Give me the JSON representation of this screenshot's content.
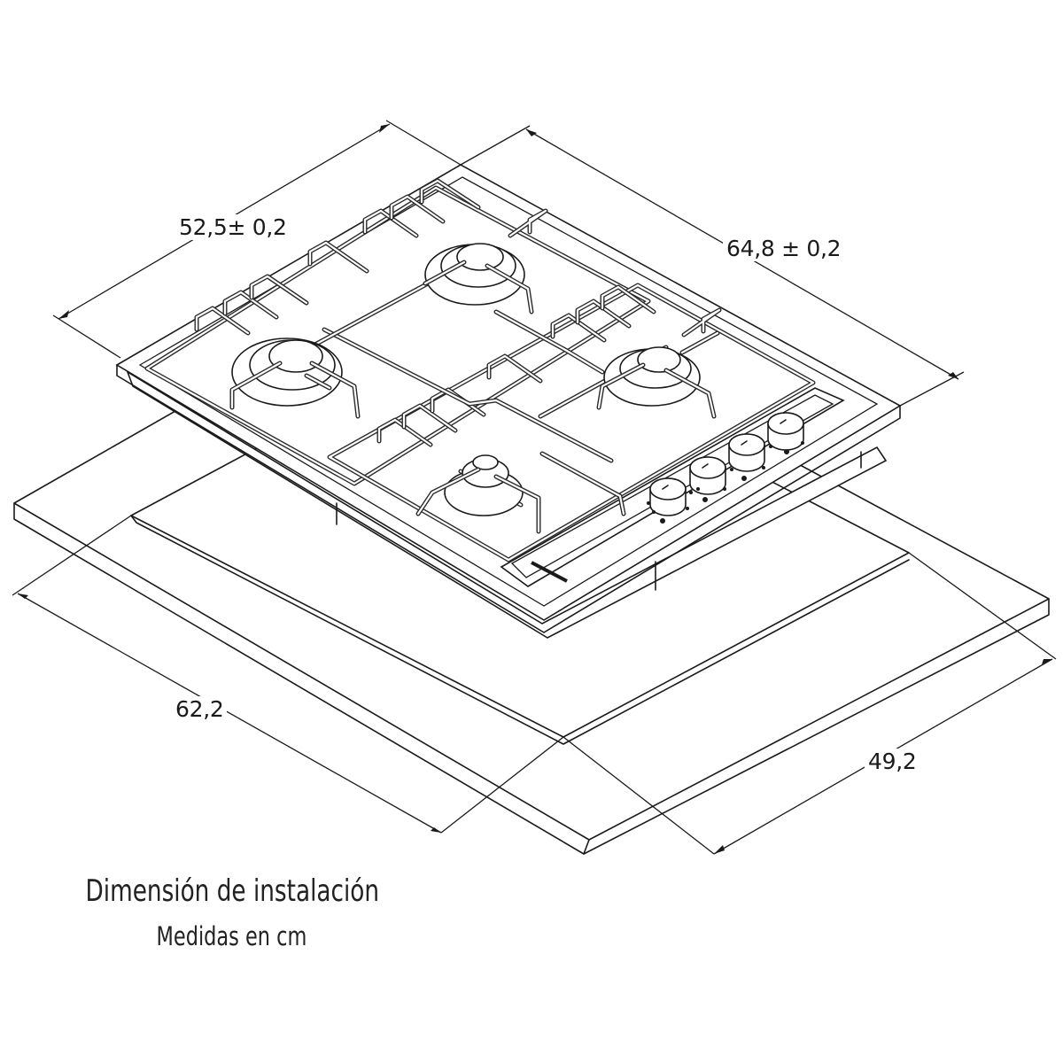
{
  "dimensions": {
    "hob_depth": "52,5± 0,2",
    "hob_width": "64,8 ± 0,2",
    "cutout_width": "62,2",
    "cutout_depth": "49,2"
  },
  "caption": {
    "title": "Dimensión de instalación",
    "subtitle": "Medidas en cm"
  },
  "product": {
    "type": "gas-hob",
    "burners": 4,
    "knobs": 4
  },
  "colors": {
    "line": "#1a1a1a",
    "background": "#ffffff"
  }
}
